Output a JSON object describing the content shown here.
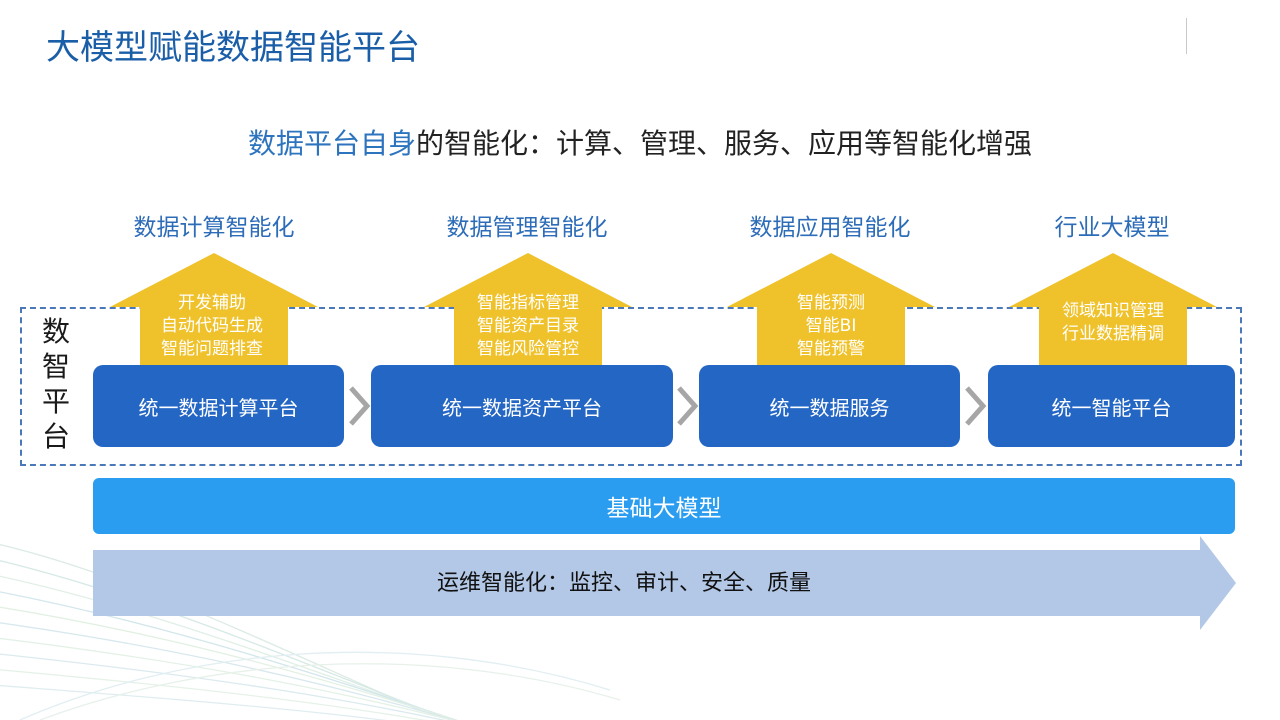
{
  "title": "大模型赋能数据智能平台",
  "subtitle": {
    "highlight": "数据平台自身",
    "rest": "的智能化：计算、管理、服务、应用等智能化增强"
  },
  "side_label": [
    "数",
    "智",
    "平",
    "台"
  ],
  "columns": [
    {
      "heading": "数据计算智能化",
      "arrow_lines": [
        "开发辅助",
        "自动代码生成",
        "智能问题排查"
      ],
      "platform": "统一数据计算平台"
    },
    {
      "heading": "数据管理智能化",
      "arrow_lines": [
        "智能指标管理",
        "智能资产目录",
        "智能风险管控"
      ],
      "platform": "统一数据资产平台"
    },
    {
      "heading": "数据应用智能化",
      "arrow_lines": [
        "智能预测",
        "智能BI",
        "智能预警"
      ],
      "platform": "统一数据服务"
    },
    {
      "heading": "行业大模型",
      "arrow_lines": [
        "领域知识管理",
        "行业数据精调"
      ],
      "platform": "统一智能平台"
    }
  ],
  "base_bar": "基础大模型",
  "ops_bar": "运维智能化：监控、审计、安全、质量",
  "colors": {
    "title": "#1b5ea8",
    "heading": "#2d6cb8",
    "arrow": "#efc22b",
    "platform": "#2466c4",
    "base_bar": "#2b9df0",
    "ops_bar": "#b3c7e6",
    "chevron": "#a6a6a6",
    "frame": "#4a78b8"
  },
  "icons": [
    "chevron-right-icon"
  ]
}
